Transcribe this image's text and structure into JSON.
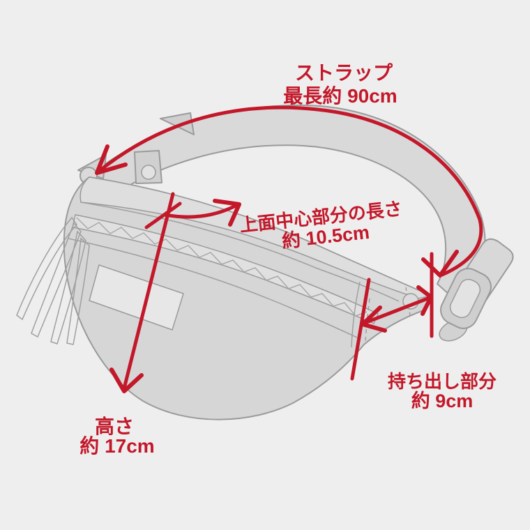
{
  "diagram": {
    "background_color": "#eeeeee",
    "accent_color": "#c3182a",
    "bag_fill": "#d6d6d6",
    "outline_color": "#9a9a9a",
    "labels": {
      "strap": {
        "line1": "ストラップ",
        "line2": "最長約 90cm"
      },
      "top_center": {
        "line1": "上面中心部分の長さ",
        "line2": "約 10.5cm"
      },
      "height": {
        "line1": "高さ",
        "line2": "約 17cm"
      },
      "carry_out": {
        "line1": "持ち出し部分",
        "line2": "約 9cm"
      }
    }
  }
}
